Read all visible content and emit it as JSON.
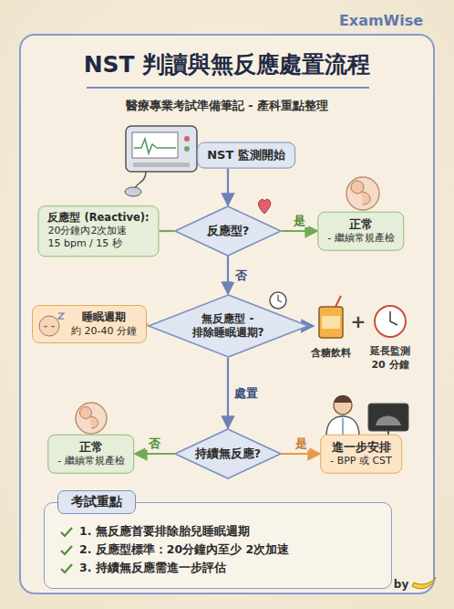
{
  "diagram": {
    "title": "NST 判讀與無反應處置流程",
    "nodes": [
      {
        "text": [
          "NST 監測開始"
        ]
      },
      {
        "text": [
          "反應型 (Reactive):",
          "20分鐘內2次加速 15 bpm / 15 秒"
        ]
      },
      {
        "text": [
          "反應型?"
        ]
      },
      {
        "text": [
          "正常",
          "- 繼續常規產檢"
        ]
      },
      {
        "text": [
          "睡眠週期",
          "約 20-40 分鐘"
        ]
      },
      {
        "text": [
          "無反應型 - 排除睡眠週期?"
        ]
      },
      {
        "text": [
          "持續無反應?"
        ]
      },
      {
        "text": [
          "正常",
          "- 繼續常規產檢"
        ]
      },
      {
        "text": [
          "進一步安排",
          "- BPP 或 CST"
        ]
      },
      {
        "text": [
          "考試重點",
          "1. 無反應首要排除胎兒睡眠週期",
          "2. 反應型標準：20分鐘內至少 2次加速",
          "3. 持續無反應需進一步評估"
        ]
      }
    ],
    "edges": [
      {
        "from": 0,
        "to": 2,
        "arrow": "to"
      },
      {
        "from": 1,
        "to": 2,
        "arrow": "none"
      },
      {
        "from": 2,
        "to": 3,
        "label": "是",
        "arrow": "to"
      },
      {
        "from": 2,
        "to": 5,
        "label": "否",
        "arrow": "to"
      },
      {
        "from": 4,
        "to": 5,
        "arrow": "none"
      },
      {
        "from": 5,
        "to": 6,
        "label": "處置",
        "arrow": "to"
      },
      {
        "from": 6,
        "to": 7,
        "label": "否",
        "arrow": "to"
      },
      {
        "from": 6,
        "to": 8,
        "label": "是",
        "arrow": "to"
      }
    ],
    "labels": [
      "ExamWise",
      "醫療專業考試準備筆記 - 產科重點整理",
      "含糖飲料",
      "+",
      "延長監測 20 分鐘",
      "by"
    ]
  }
}
